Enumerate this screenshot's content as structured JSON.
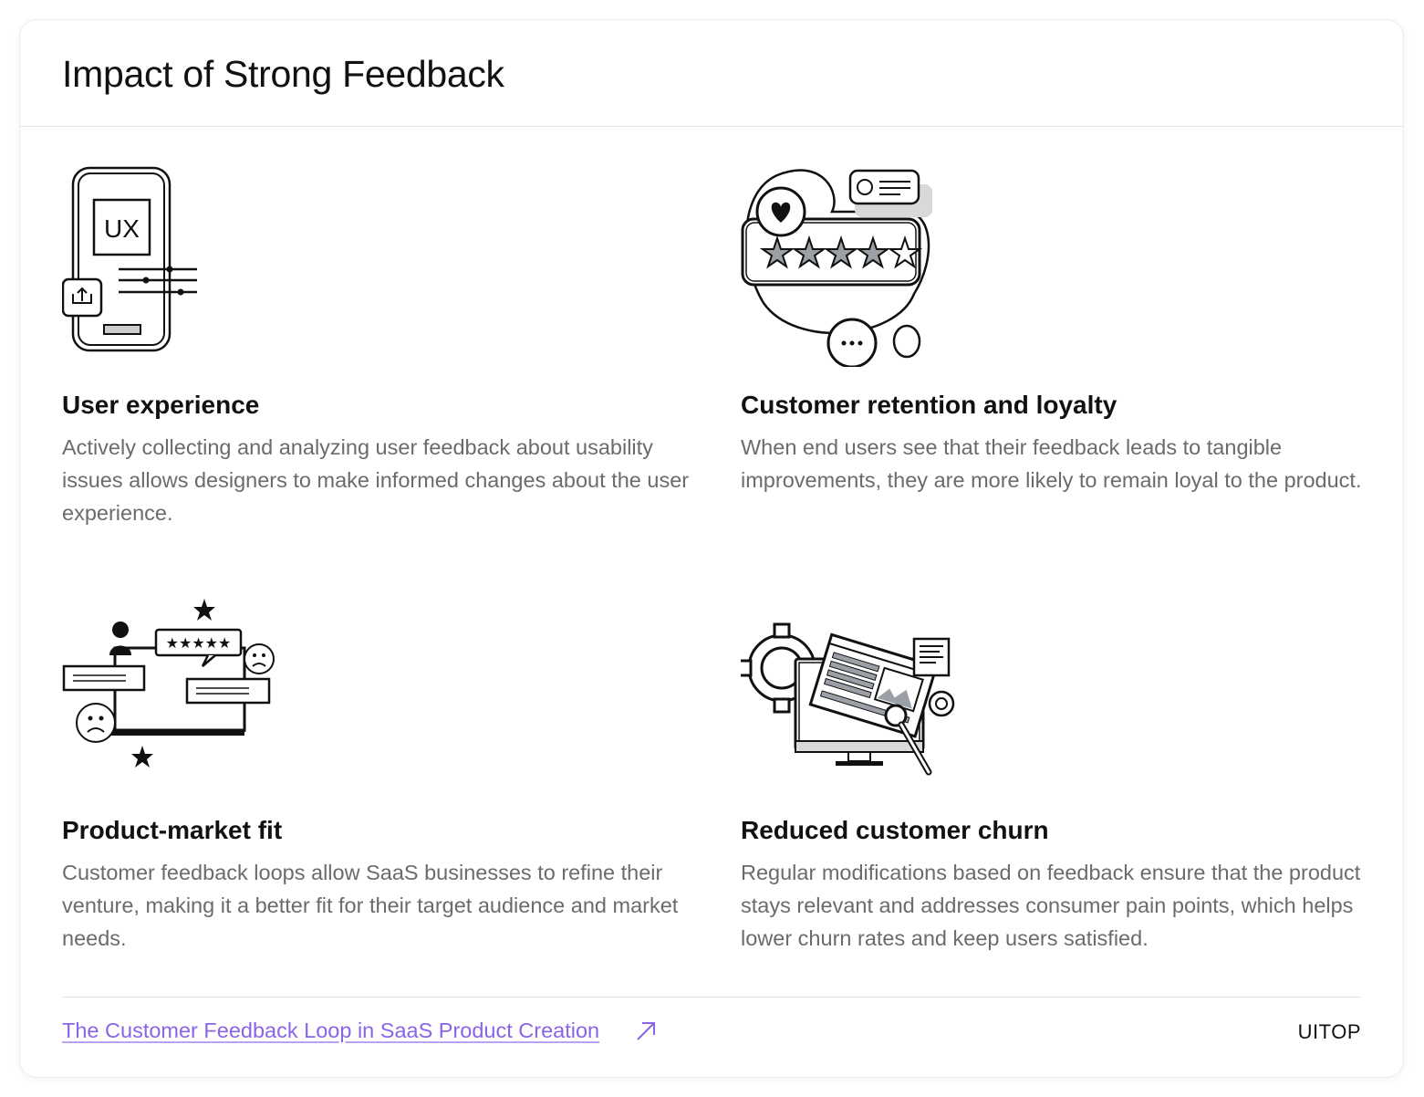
{
  "title": "Impact of Strong Feedback",
  "items": [
    {
      "icon": "ux-phone-illustration",
      "heading": "User experience",
      "text": "Actively collecting and analyzing user feedback about usability issues allows designers to make informed changes about the user experience.",
      "badge": "UX"
    },
    {
      "icon": "rating-stars-illustration",
      "heading": "Customer retention and loyalty",
      "text": "When end users see that their feedback leads to tangible improvements, they are more likely to remain loyal to the product."
    },
    {
      "icon": "laptop-reviews-illustration",
      "heading": "Product-market fit",
      "text": "Customer feedback loops allow SaaS businesses to refine their venture, making it a better fit for their target audience and market needs.",
      "rating": "★★★★★"
    },
    {
      "icon": "gear-monitor-illustration",
      "heading": "Reduced customer churn",
      "text": "Regular modifications based on feedback ensure that the product stays relevant and addresses consumer pain points, which helps lower churn rates and keep users satisfied."
    }
  ],
  "footer": {
    "link_label": "The Customer Feedback Loop in SaaS Product Creation",
    "link_icon": "arrow-up-right-icon",
    "brand": "UITOP"
  },
  "colors": {
    "link": "#8a64e8",
    "body_text": "#6b6b6b",
    "heading": "#111111"
  }
}
